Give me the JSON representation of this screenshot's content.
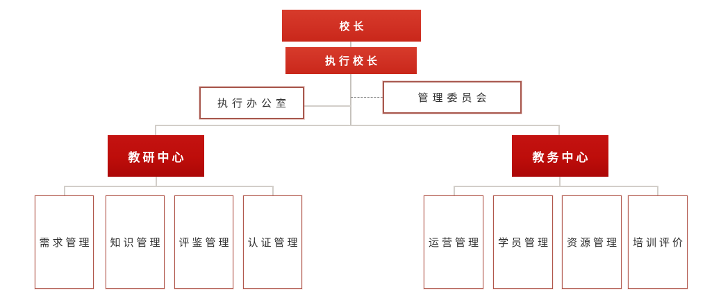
{
  "org": {
    "root": {
      "label": "校长"
    },
    "executive": {
      "label": "执行校长"
    },
    "office": {
      "label": "执行办公室"
    },
    "committee": {
      "label": "管理委员会"
    },
    "centers": [
      {
        "label": "教研中心",
        "children": [
          "需求管理",
          "知识管理",
          "评鉴管理",
          "认证管理"
        ]
      },
      {
        "label": "教务中心",
        "children": [
          "运营管理",
          "学员管理",
          "资源管理",
          "培训评价"
        ]
      }
    ],
    "colors": {
      "top_box_red": "#d03023",
      "center_box_red": "#bd0d0a",
      "outline_border": "#a8584e",
      "tall_border": "#b0564b",
      "connector_line": "#d2cec9",
      "dashed_line": "#8c8c8c",
      "text_dark": "#2f2f2f",
      "text_light": "#ffffff"
    }
  }
}
